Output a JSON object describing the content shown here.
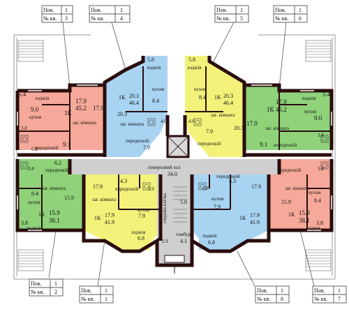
{
  "colors": {
    "blue": "#a8d4f2",
    "pink": "#f6a99a",
    "green": "#8fd27a",
    "yellow": "#f2f27a",
    "grey": "#cfcfcf",
    "wall": "#2a0d0d"
  },
  "labels": {
    "pov": "Пов.",
    "kv": "№ кв.",
    "one": "1",
    "n1": "1",
    "n2": "2",
    "n3": "3",
    "n4": "4",
    "n5": "5",
    "n6": "6",
    "n7": "7",
    "n8": "8"
  },
  "rooms": {
    "living": "заг. кімната",
    "kitchen": "кухня",
    "hall": "передпокій",
    "loggia": "лоджія",
    "corridor": "поверховий хол",
    "stair": "сходова клітка",
    "tambur": "тамбур",
    "type1k": "1К",
    "cb": "СВ"
  },
  "areas": {
    "a1_total": "45.2",
    "a1_living": "17.9",
    "a1_k": "9.0",
    "a1_extra": "17.9",
    "a1_hall": "9.1",
    "a1_log": "5.4",
    "a1_s": "3.8",
    "a2_total": "46.4",
    "a2_living": "20.3",
    "a2_k": "8.4",
    "a2_big": "20.3",
    "a2_hall": "7.9",
    "a2_log": "5.8",
    "a2_s": "4.0",
    "a3_total": "46.4",
    "a3_living": "20.3",
    "a3_k": "8.4",
    "a3_big": "20.3",
    "a3_hall": "7.9",
    "a3_log": "5.8",
    "a3_s": "4.0",
    "a4_total": "45.2",
    "a4_living": "17.9",
    "a4_k": "9.0",
    "a4_extra": "17.9",
    "a4_hall": "9.1",
    "a4_log": "5.4",
    "a4_s": "3.8",
    "a5_total": "38.1",
    "a5_living": "15.9",
    "a5_k": "8.4",
    "a5_log": "3.8",
    "a5_s": "3.8",
    "a5_h": "6.2",
    "a6_total": "41.9",
    "a6_living": "17.9",
    "a6_k": "7.9",
    "a6_log": "6.8",
    "a6_h": "4.3",
    "a6_s": "3.9",
    "a6_big": "17.9",
    "a7_total": "41.9",
    "a7_living": "17.9",
    "a7_k": "7.9",
    "a7_log": "6.8",
    "a7_h": "4.3",
    "a7_s": "3.8",
    "a7_big": "17.9",
    "a8_total": "38.1",
    "a8_living": "15.9",
    "a8_k": "8.4",
    "a8_log": "3.8",
    "a8_s": "3.8",
    "corr": "34.0",
    "stair": "5.0",
    "tambur": "4.1",
    "t2": "2.9"
  }
}
